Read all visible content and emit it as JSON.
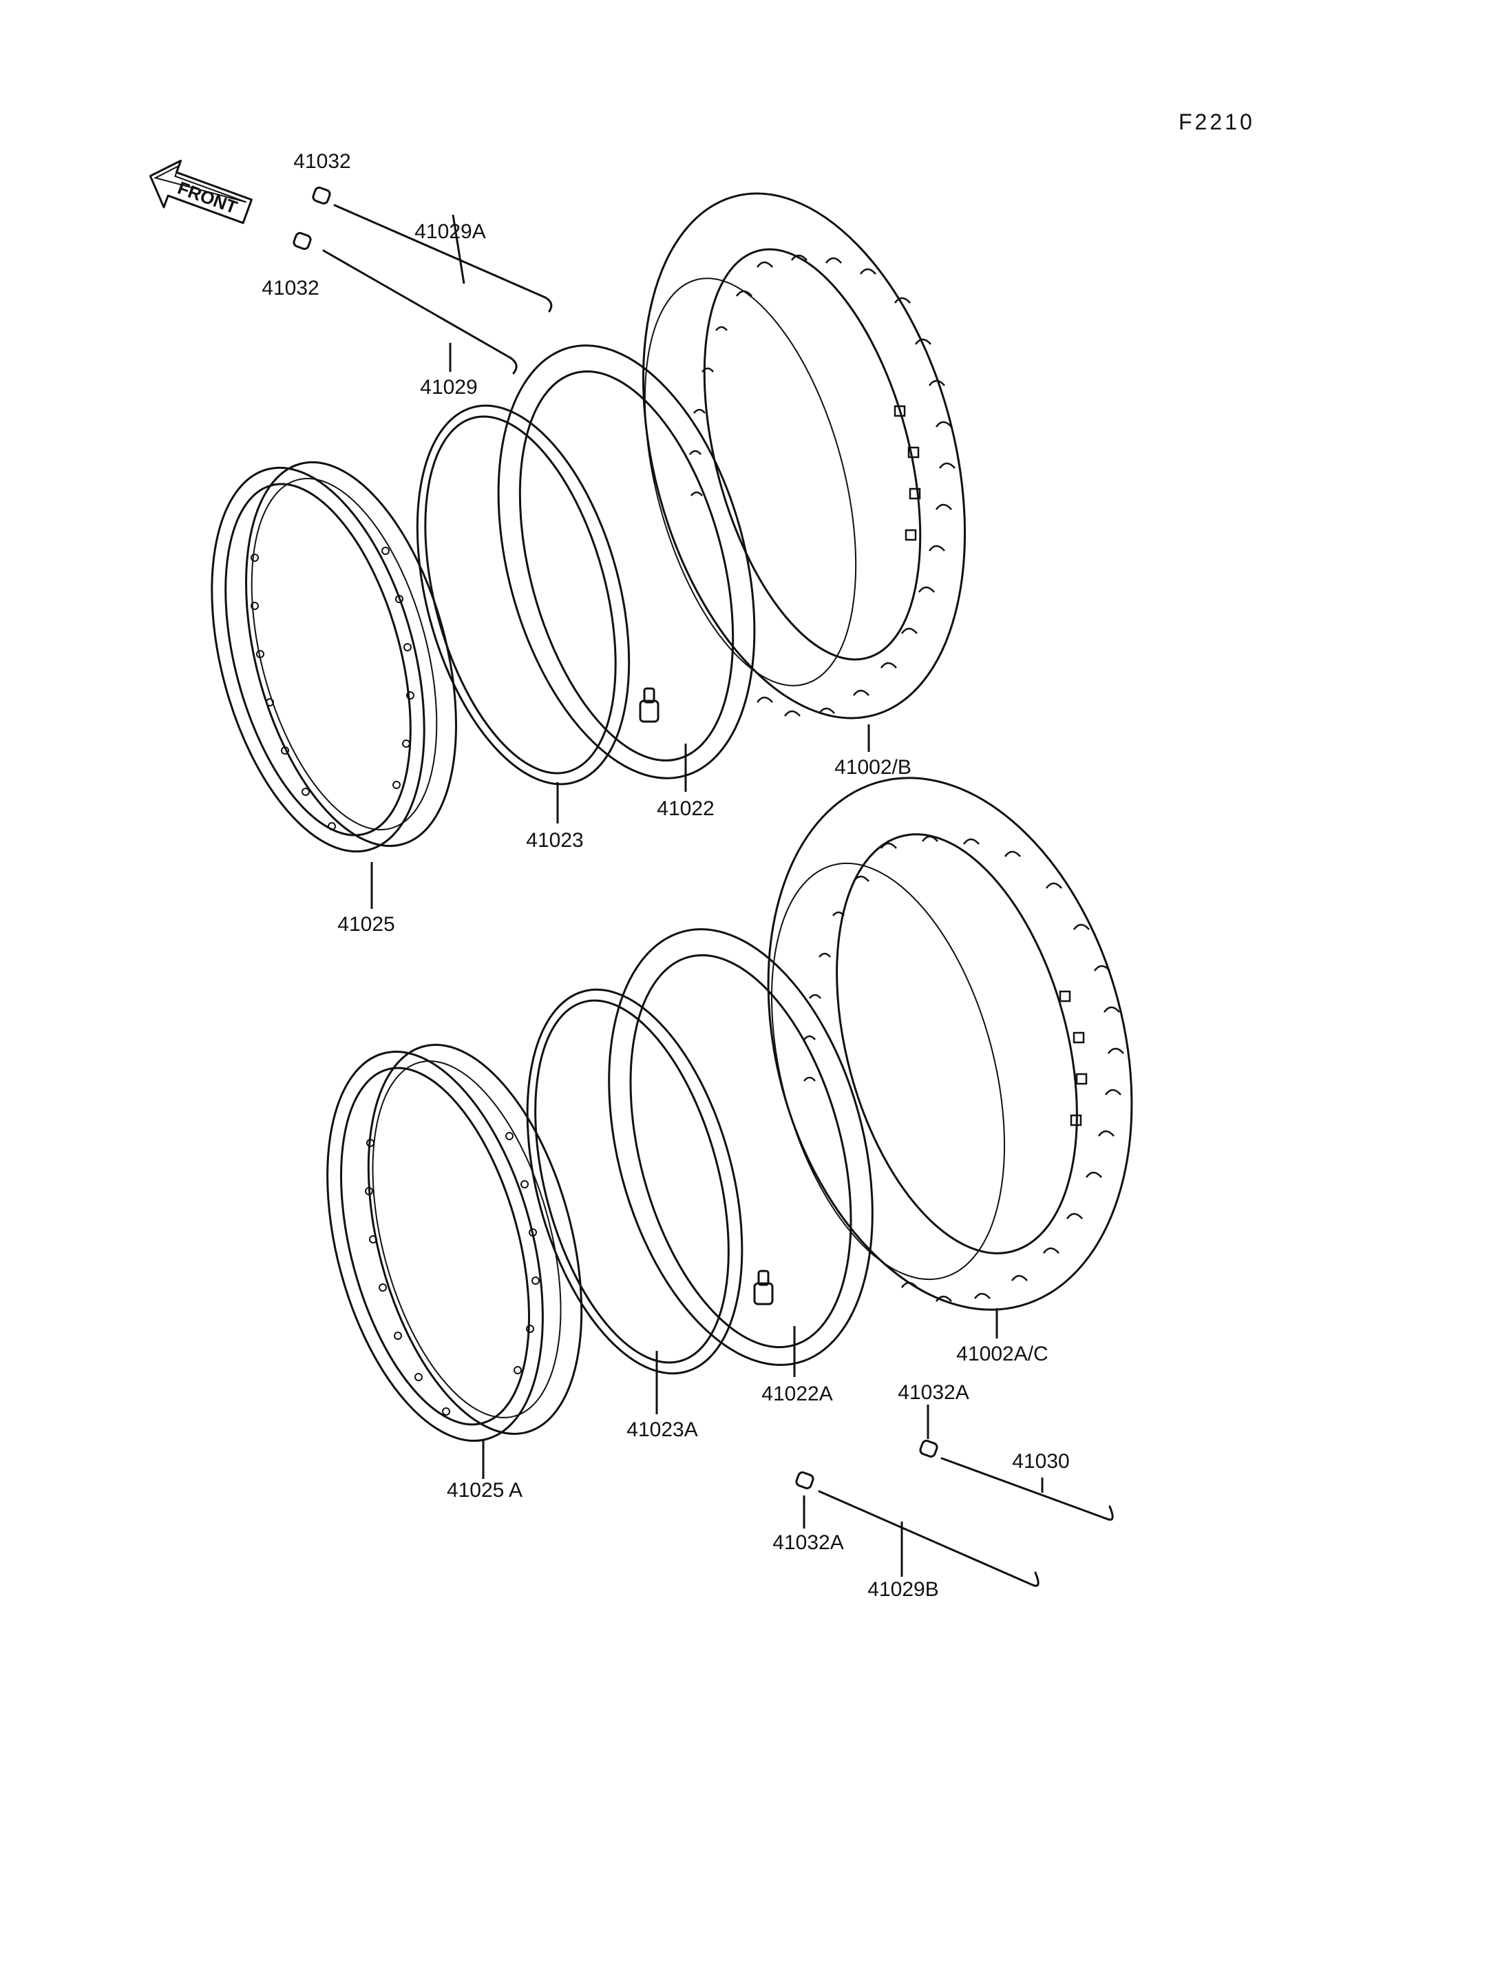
{
  "figure_code": "F2210",
  "direction_arrow": {
    "label": "FRONT",
    "icon": "front-arrow-icon"
  },
  "front_wheel": {
    "labels": {
      "nipple_a": "41032",
      "nipple_b": "41032",
      "spoke_a": "41029A",
      "spoke_b": "41029",
      "rim": "41025",
      "rim_band": "41023",
      "tube": "41022",
      "tire": "41002/B"
    }
  },
  "rear_wheel": {
    "labels": {
      "rim": "41025 A",
      "rim_band": "41023A",
      "tube": "41022A",
      "tire": "41002A/C",
      "nipple_a": "41032A",
      "nipple_b": "41032A",
      "spoke_a": "41030",
      "spoke_b": "41029B"
    }
  }
}
